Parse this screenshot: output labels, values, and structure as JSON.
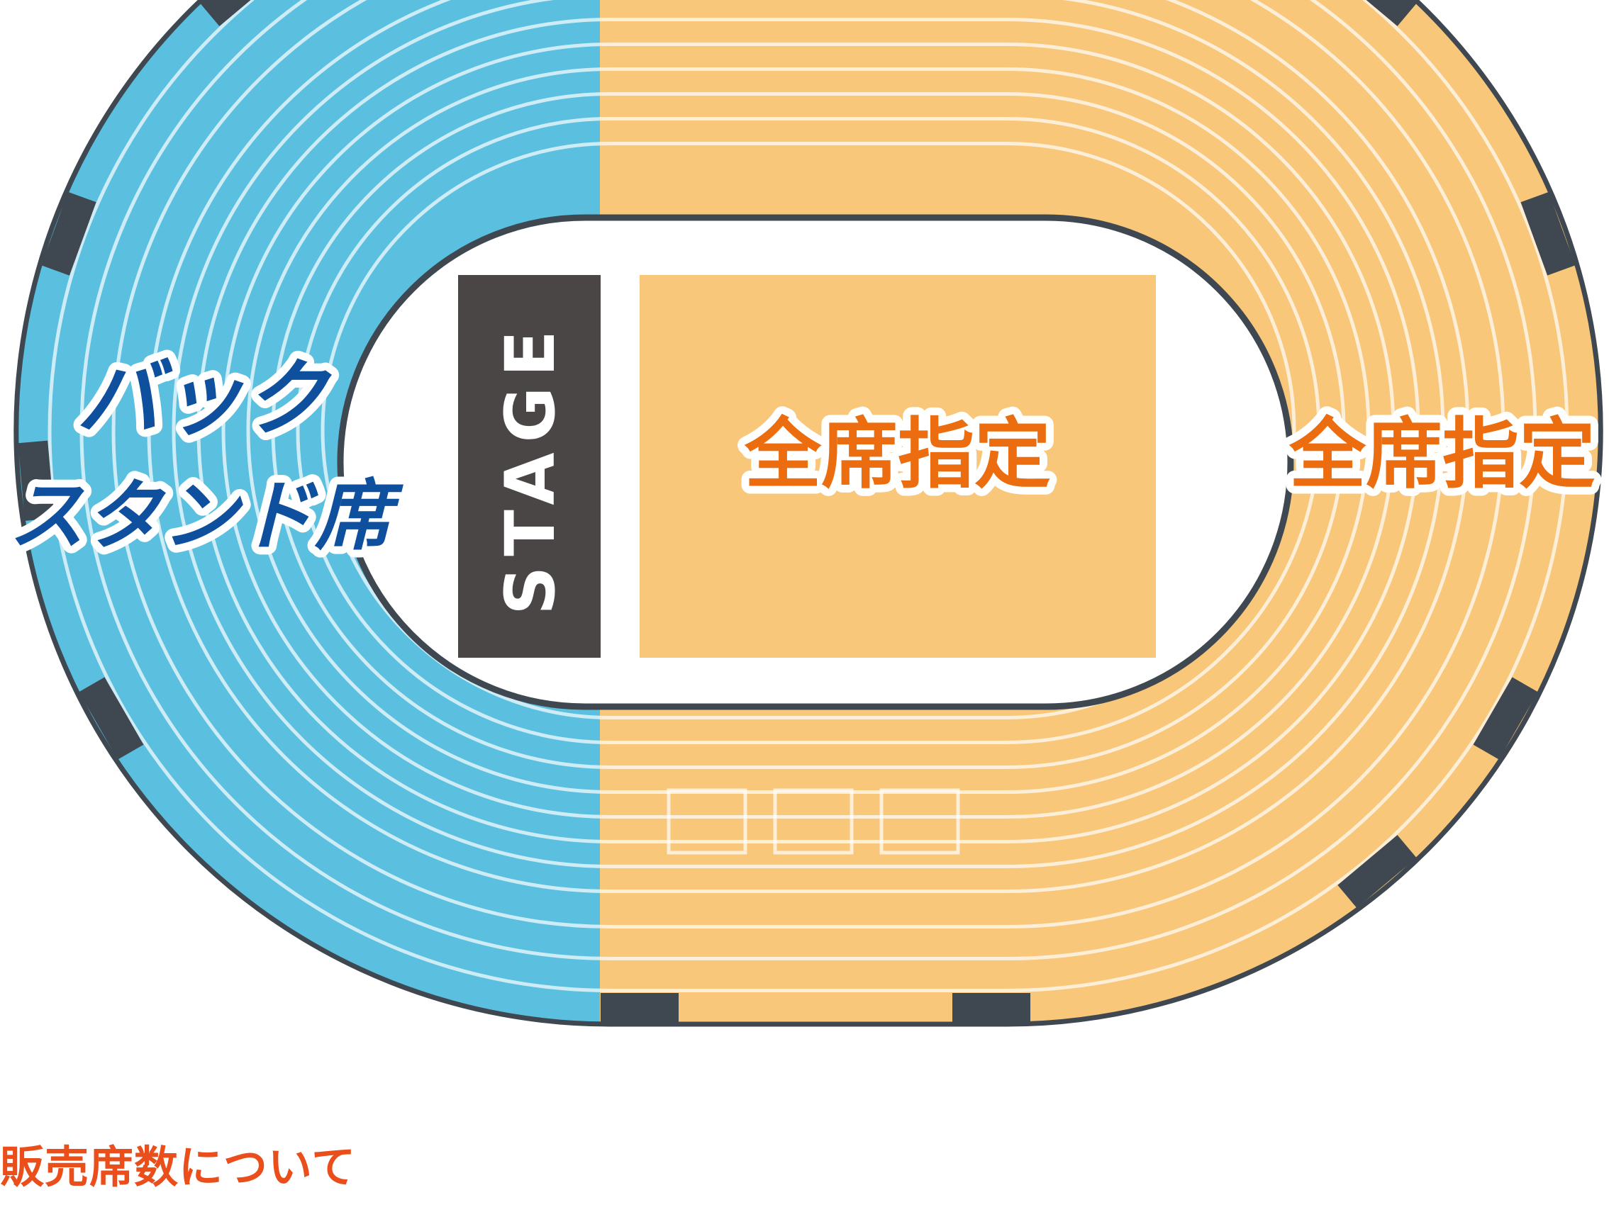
{
  "colors": {
    "back_stand": "#5bc0df",
    "reserved": "#f8c77a",
    "outline": "#3f4851",
    "stage": "#4a4646",
    "back_stand_text": "#0e4f9e",
    "reserved_text": "#ec6d0f",
    "heading_text": "#e94e1b"
  },
  "areas": {
    "back_stand_label_line1": "バック",
    "back_stand_label_line2": "スタンド席",
    "stage_label": "STAGE",
    "arena_label": "全席指定",
    "stand_label": "全席指定"
  },
  "footer": {
    "heading": "販売席数について"
  }
}
